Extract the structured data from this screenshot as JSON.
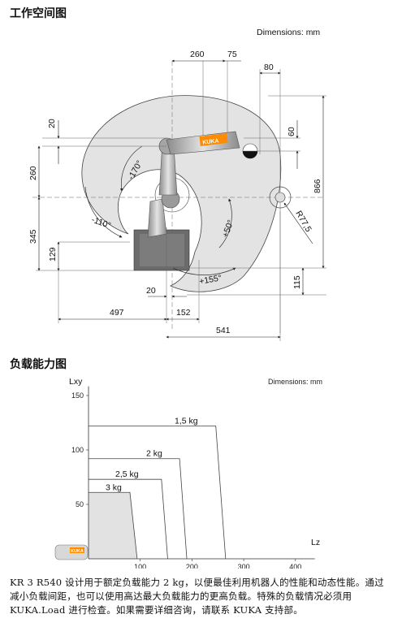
{
  "workspace": {
    "title": "工作空间图",
    "units_label": "Dimensions: mm",
    "dims": {
      "top_260": "260",
      "top_75": "75",
      "top_80": "80",
      "right_60": "60",
      "right_866": "866",
      "right_r775": "R77,5",
      "right_115": "115",
      "left_20": "20",
      "left_260": "260",
      "left_345": "345",
      "left_129": "129",
      "bottom_20": "20",
      "bottom_497": "497",
      "bottom_152": "152",
      "bottom_541": "541"
    },
    "angles": {
      "a1": "-170°",
      "a2": "-110°",
      "a3": "+50°",
      "a4": "+155°"
    },
    "robot_logo": "KUKA"
  },
  "payload": {
    "title": "负载能力图",
    "units_label": "Dimensions: mm",
    "robot_logo": "KUKA",
    "chart_data": {
      "type": "line",
      "xlabel": "Lz",
      "ylabel": "Lxy",
      "xlim": [
        0,
        450
      ],
      "ylim": [
        0,
        160
      ],
      "x_ticks": [
        "100",
        "200",
        "300",
        "400"
      ],
      "y_ticks": [
        "50",
        "100",
        "150"
      ],
      "series": [
        {
          "name": "1,5 kg",
          "lxy": 122,
          "lz_at_top": 246,
          "lz_end": 265
        },
        {
          "name": "2 kg",
          "lxy": 92,
          "lz_at_top": 176,
          "lz_end": 190
        },
        {
          "name": "2,5 kg",
          "lxy": 73,
          "lz_at_top": 141,
          "lz_end": 153
        },
        {
          "name": "3 kg",
          "lxy": 61,
          "lz_at_top": 80,
          "lz_end": 94
        }
      ]
    }
  },
  "description": "KR 3 R540 设计用于额定负载能力 2 kg，以便最佳利用机器人的性能和动态性能。通过减小负载间距，也可以使用高达最大负载能力的更高负载。特殊的负载情况必须用 KUKA.Load 进行检查。如果需要详细咨询，请联系 KUKA 支持部。"
}
